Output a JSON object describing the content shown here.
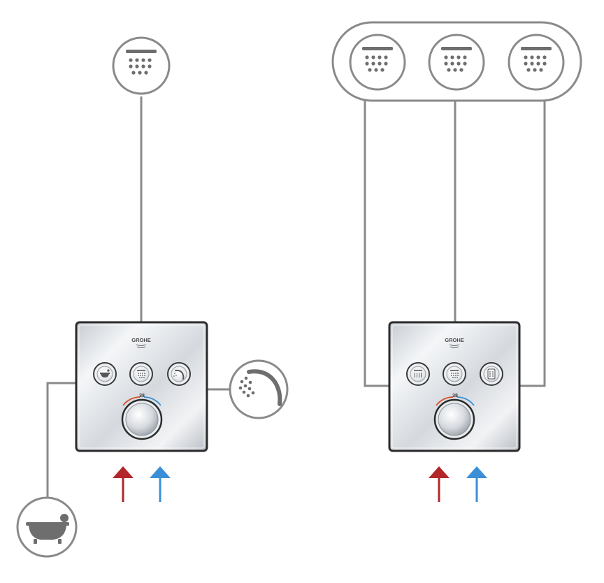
{
  "left_unit": {
    "brand": "GROHE",
    "temperature": "38",
    "buttons": [
      {
        "icon": "bathtub-icon",
        "label": ""
      },
      {
        "icon": "head-shower-icon",
        "label": ""
      },
      {
        "icon": "hand-shower-icon",
        "label": ""
      }
    ],
    "outlets": [
      {
        "name": "head-shower",
        "icon": "head-shower-icon"
      },
      {
        "name": "hand-shower",
        "icon": "hand-shower-icon"
      },
      {
        "name": "bathtub",
        "icon": "bathtub-icon"
      }
    ]
  },
  "right_unit": {
    "brand": "GROHE",
    "temperature": "38",
    "buttons": [
      {
        "icon": "head-shower-icon",
        "label": ""
      },
      {
        "icon": "head-shower-icon",
        "label": ""
      },
      {
        "icon": "body-jet-icon",
        "label": ""
      }
    ],
    "outlets": [
      {
        "name": "head-shower-1",
        "icon": "head-shower-icon"
      },
      {
        "name": "head-shower-2",
        "icon": "head-shower-icon"
      },
      {
        "name": "head-shower-3",
        "icon": "head-shower-icon"
      }
    ]
  },
  "supply": {
    "hot_color": "#b3262a",
    "cold_color": "#3a8fd6"
  },
  "colors": {
    "line": "#8a8a8a",
    "icon": "#6e6e6e",
    "panel_dark": "#2b2b2b"
  }
}
